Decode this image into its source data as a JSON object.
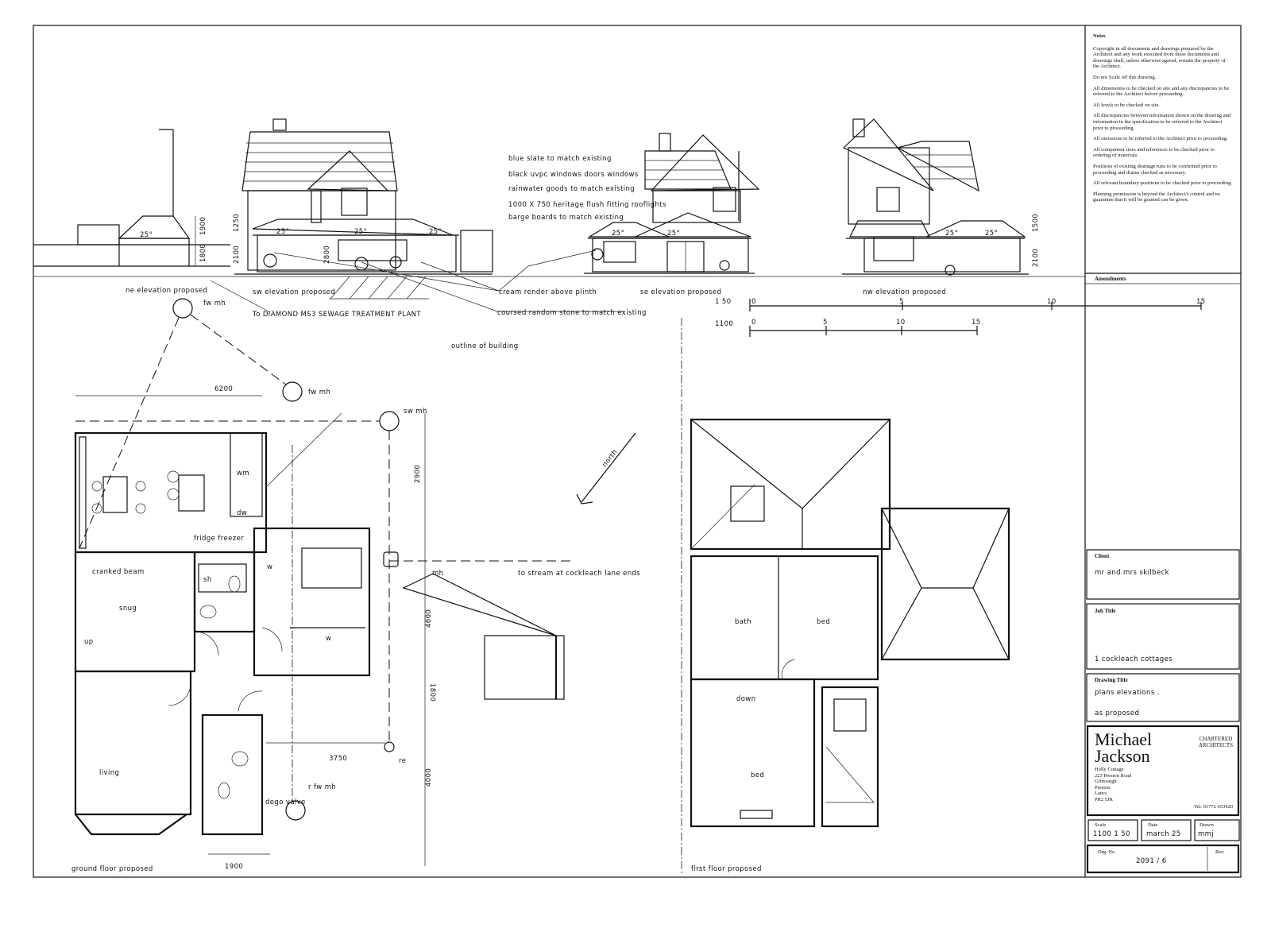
{
  "notes": {
    "heading": "Notes",
    "items": [
      "Copyright in all documents and drawings prepared by the Architect and any work executed from these documents and drawings shall, unless otherwise agreed, remain the property of the Architect.",
      "Do not Scale off this drawing.",
      "All dimensions to be checked on site and any discrepancies to be referred to the Architect before proceeding.",
      "All levels to be checked on site.",
      "All discrepancies between information shown on the drawing and information in the specification to be referred to the Architect prior to proceeding.",
      "All omissions to be referred to the Architect prior to proceeding.",
      "All component sizes and references to be checked prior to ordering of materials.",
      "Positions of existing drainage runs to be confirmed prior to proceeding and drains checked as necessary.",
      "All relevant boundary positions to be checked prior to proceeding.",
      "Planning permission is beyond the Architect's control and no guarantee that it will be granted can be given."
    ]
  },
  "amendments": {
    "label": "Amendments"
  },
  "client": {
    "label": "Client",
    "value": "mr and mrs skilbeck"
  },
  "job": {
    "label": "Job Title",
    "value": "1 cockleach cottages"
  },
  "drawing_title": {
    "label": "Drawing Title",
    "line1": "plans elevations .",
    "line2": "as proposed"
  },
  "architect": {
    "name1": "Michael",
    "name2": "Jackson",
    "qual1": "CHARTERED",
    "qual2": "ARCHITECTS",
    "address": [
      "Holly Cottage",
      "223 Preston Road",
      "Grimsargh",
      "Preston",
      "Lancs",
      "PR2 5JR"
    ],
    "tel": "Tel: 01772 653420"
  },
  "scale": {
    "label": "Scale",
    "value": "1100 1 50"
  },
  "date": {
    "label": "Date",
    "value": "march 25"
  },
  "drawn": {
    "label": "Drawn",
    "value": "mmj"
  },
  "drg_no": {
    "label": "Drg. No.",
    "value": "2091 / 6"
  },
  "rev": {
    "label": "Rev."
  },
  "elevations": {
    "ne": "ne elevation proposed",
    "sw": "sw elevation proposed",
    "se": "se elevation proposed",
    "nw": "nw elevation proposed",
    "pitch": "25°",
    "dims": {
      "d1900": "1900",
      "d1800": "1800",
      "d1250": "1250",
      "d2100": "2100",
      "d2800": "2800",
      "d1500": "1500",
      "d2100b": "2100"
    }
  },
  "specs": [
    "blue slate to match existing",
    "black uvpc windows doors windows",
    "rainwater goods to match existing",
    "1000 X 750 heritage flush fitting rooflights",
    "barge boards to match existing",
    "cream render above plinth",
    "coursed random stone to match existing"
  ],
  "drainage": {
    "sewage": "To DIAMOND MS3 SEWAGE TREATMENT PLANT",
    "outline": "outline of building",
    "fwmh1": "fw mh",
    "fwmh2": "fw mh",
    "swmh": "sw mh",
    "stream": "to stream at cockleach lane ends",
    "mh": "mh",
    "re": "re",
    "rfwmh": "r fw mh",
    "valve": "dego valve",
    "north": "north"
  },
  "scale_bars": {
    "s150": "1 50",
    "s150_ticks": [
      "0",
      "5",
      "10",
      "15"
    ],
    "s1100": "1100",
    "s1100_ticks": [
      "0",
      "5",
      "10",
      "15"
    ]
  },
  "ground_floor": {
    "title": "ground floor proposed",
    "rooms": {
      "snug": "snug",
      "living": "living",
      "beam": "cranked beam",
      "fridge": "fridge freezer",
      "sh": "sh",
      "wm": "wm",
      "dw": "dw",
      "w1": "w",
      "w2": "w",
      "up": "up"
    },
    "dims": {
      "d6200": "6200",
      "d2900": "2900",
      "d4600": "4600",
      "d1800": "1800",
      "d4000": "4000",
      "d3750": "3750",
      "d1900": "1900"
    }
  },
  "first_floor": {
    "title": "first floor proposed",
    "rooms": {
      "bath": "bath",
      "bed1": "bed",
      "bed2": "bed",
      "down": "down"
    }
  }
}
